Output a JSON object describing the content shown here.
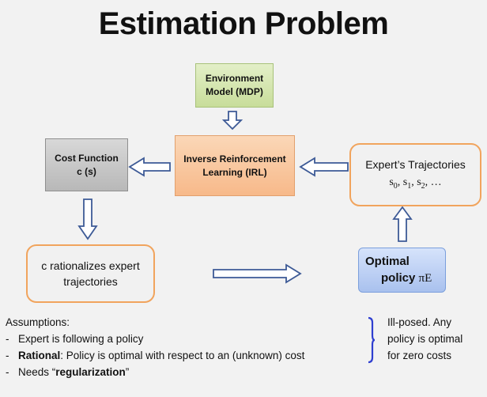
{
  "title": "Estimation Problem",
  "nodes": {
    "environment": {
      "line1": "Environment",
      "line2": "Model (MDP)"
    },
    "irl": {
      "line1": "Inverse Reinforcement",
      "line2": "Learning (IRL)"
    },
    "cost_function": {
      "line1": "Cost Function",
      "line2": "c (s)"
    },
    "expert_trajectories": {
      "line1": "Expert’s Trajectories",
      "line2": "s0, s1, s2, …"
    },
    "rationalizes": {
      "line1": "c rationalizes expert",
      "line2": "trajectories"
    },
    "optimal_policy": {
      "line1": "Optimal",
      "line2": "policy",
      "symbol": "πE"
    }
  },
  "assumptions": {
    "heading": "Assumptions:",
    "item1": "Expert is following a policy",
    "item2_bold": "Rational",
    "item2_rest": ": Policy is optimal with respect to an (unknown) cost",
    "item3_pre": "Needs “",
    "item3_bold": "regularization",
    "item3_post": "”"
  },
  "note": {
    "line1": "Ill-posed. Any",
    "line2": "policy is optimal",
    "line3": "for zero costs"
  },
  "colors": {
    "arrow_stroke": "#3d5a96",
    "orange_border": "#f1a45d",
    "green_fill": "#d6e8b4",
    "gray_fill": "#c8c8c8",
    "blue_fill": "#bcd0f3",
    "bracket": "#2f3fd0"
  }
}
